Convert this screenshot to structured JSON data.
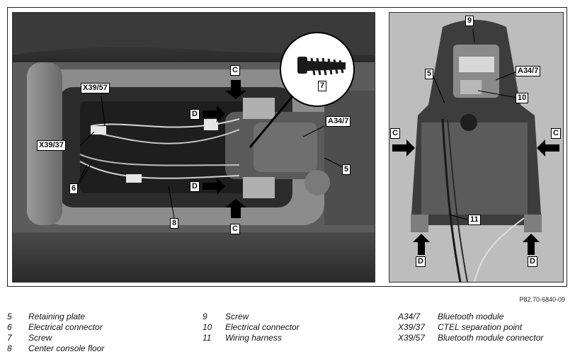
{
  "figure_id": "P82.70-6840-09",
  "callouts": {
    "left": {
      "c_top": "C",
      "c_bottom": "C",
      "d_top": "D",
      "d_bottom": "D",
      "x3957": "X39/57",
      "x3937": "X39/37",
      "a347": "A34/7",
      "n5": "5",
      "n6": "6",
      "n7": "7",
      "n8": "8"
    },
    "right": {
      "n9": "9",
      "n5": "5",
      "a347": "A34/7",
      "n10": "10",
      "c_left": "C",
      "c_right": "C",
      "n11": "11",
      "d_left": "D",
      "d_right": "D"
    }
  },
  "legend": {
    "col1": [
      {
        "num": "5",
        "text": "Retaining plate"
      },
      {
        "num": "6",
        "text": "Electrical connector"
      },
      {
        "num": "7",
        "text": "Screw"
      },
      {
        "num": "8",
        "text": "Center console floor"
      }
    ],
    "col2": [
      {
        "num": "9",
        "text": "Screw"
      },
      {
        "num": "10",
        "text": "Electrical connector"
      },
      {
        "num": "11",
        "text": "Wiring harness"
      }
    ],
    "col3": [
      {
        "num": "A34/7",
        "text": "Bluetooth module"
      },
      {
        "num": "X39/37",
        "text": "CTEL separation point"
      },
      {
        "num": "X39/57",
        "text": "Bluetooth module connector"
      }
    ]
  }
}
